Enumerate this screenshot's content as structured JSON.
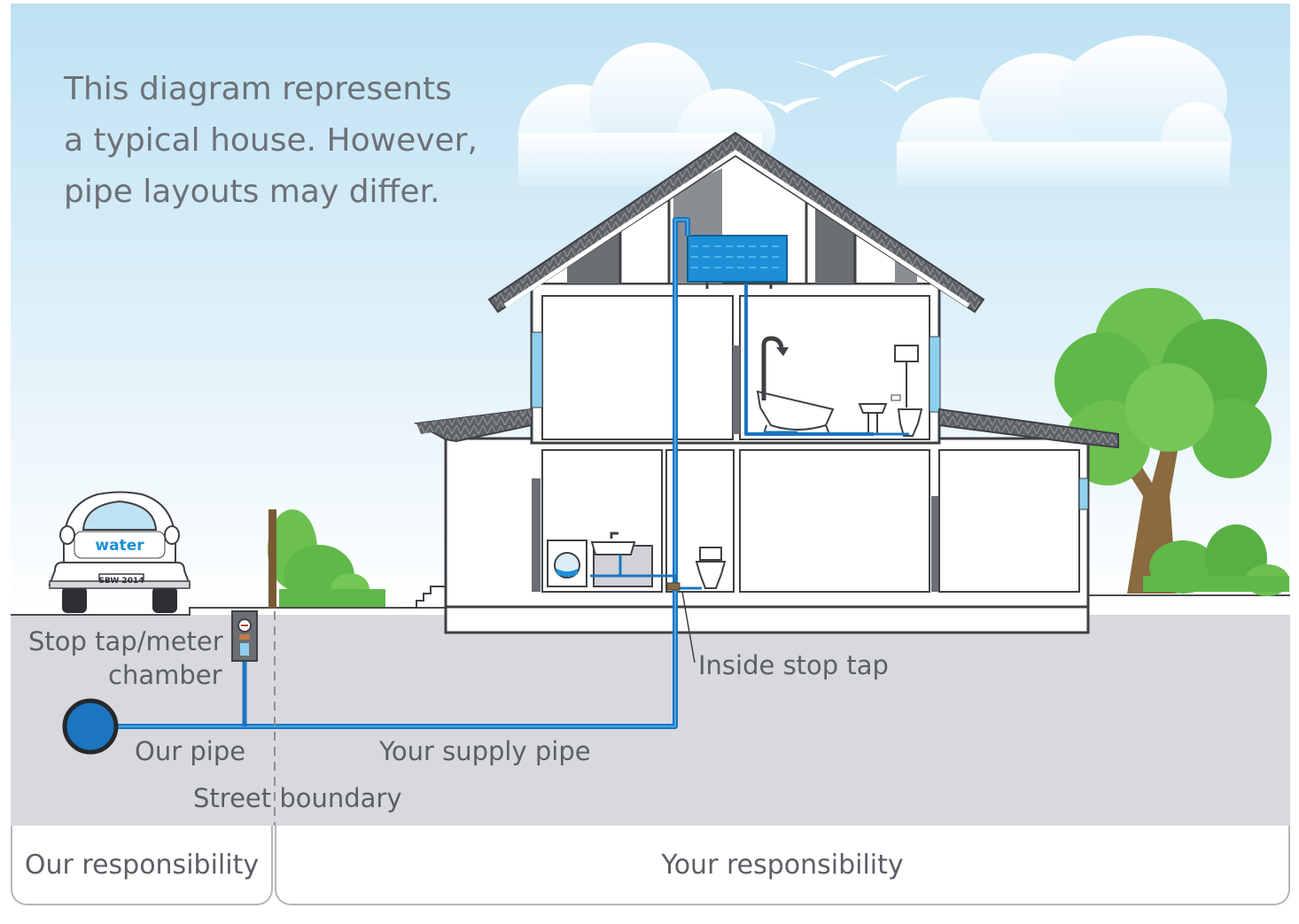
{
  "intro": {
    "line1": "This diagram represents",
    "line2": "a typical house. However,",
    "line3": "pipe layouts may differ."
  },
  "labels": {
    "stop_tap_meter_line1": "Stop tap/meter",
    "stop_tap_meter_line2": "chamber",
    "our_pipe": "Our pipe",
    "your_supply_pipe": "Your supply pipe",
    "street_boundary": "Street boundary",
    "inside_stop_tap": "Inside stop tap"
  },
  "van": {
    "logo_text": "water",
    "plate": "SBW 2014"
  },
  "responsibility": {
    "ours": "Our responsibility",
    "yours": "Your responsibility"
  },
  "colors": {
    "pipe": "#1b75c0",
    "sky_top": "#bfe2f3",
    "ground": "#d8d9dc",
    "roof": "#5e6166",
    "water_tank": "#1c8fd6",
    "tree": "#5fb848",
    "trunk": "#8a6a3f"
  }
}
